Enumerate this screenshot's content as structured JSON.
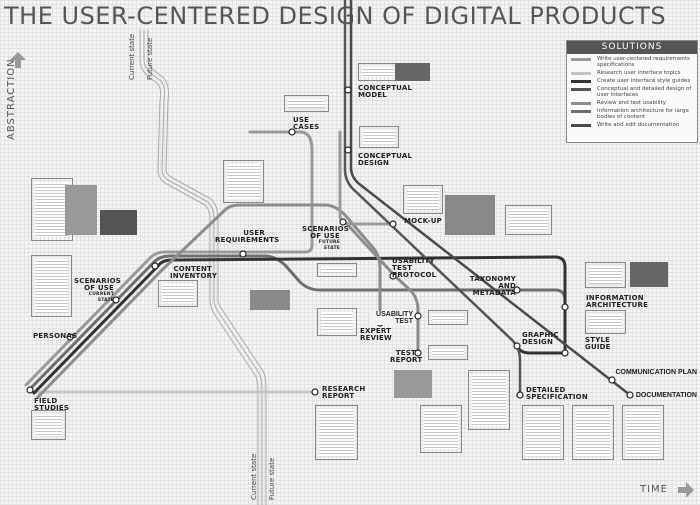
{
  "title": "THE USER-CENTERED DESIGN OF DIGITAL PRODUCTS",
  "axes": {
    "vertical": "ABSTRACTION",
    "horizontal": "TIME"
  },
  "state_labels": {
    "current": "Current state",
    "future": "Future state"
  },
  "legend": {
    "title": "SOLUTIONS",
    "items": [
      {
        "label": "Write user-centered requirements specifications",
        "color": "#9a9a9a"
      },
      {
        "label": "Research user interface topics",
        "color": "#c4c4c4"
      },
      {
        "label": "Create user interface style guides",
        "color": "#333333"
      },
      {
        "label": "Conceptual and detailed design of user interfaces",
        "color": "#555555"
      },
      {
        "label": "Review and test usability",
        "color": "#8c8c8c"
      },
      {
        "label": "Information architecture for large bodies of content",
        "color": "#6e6e6e"
      },
      {
        "label": "Write and edit documentation",
        "color": "#4a4a4a"
      }
    ]
  },
  "stations": {
    "field_studies": "FIELD STUDIES",
    "personas": "PERSONAS",
    "scenarios_current": "SCENARIOS OF USE",
    "scenarios_current_sub": "CURRENT STATE",
    "content_inventory": "CONTENT INVENTORY",
    "user_requirements": "USER REQUIREMENTS",
    "scenarios_future": "SCENARIOS OF USE",
    "scenarios_future_sub": "FUTURE STATE",
    "use_cases": "USE CASES",
    "conceptual_model": "CONCEPTUAL MODEL",
    "conceptual_design": "CONCEPTUAL DESIGN",
    "mock_up": "MOCK-UP",
    "usability_test_protocol": "USABILITY TEST PROTOCOL",
    "taxonomy": "TAXONOMY AND METADATA",
    "information_architecture": "INFORMATION ARCHITECTURE",
    "expert_review": "EXPERT REVIEW",
    "usability_test": "USABILITY TEST",
    "test_report": "TEST REPORT",
    "graphic_design": "GRAPHIC DESIGN",
    "style_guide": "STYLE GUIDE",
    "communication_plan": "COMMUNICATION PLAN",
    "documentation": "DOCUMENTATION",
    "detailed_specification": "DETAILED SPECIFICATION",
    "research_report": "RESEARCH REPORT"
  }
}
